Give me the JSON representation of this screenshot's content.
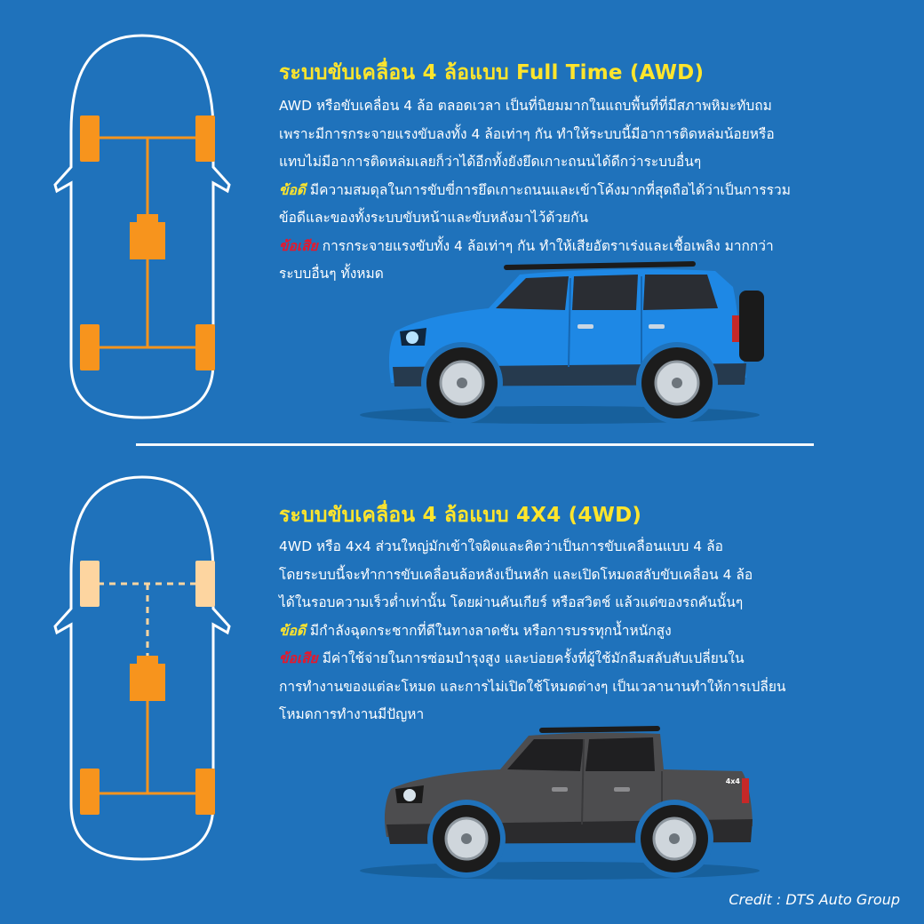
{
  "awd": {
    "title": "ระบบขับเคลื่อน 4 ล้อแบบ Full Time (AWD)",
    "lines": [
      "AWD หรือขับเคลื่อน 4 ล้อ ตลอดเวลา เป็นที่นิยมมากในแถบพื้นที่ที่มีสภาพหิมะทับถม",
      "เพราะมีการกระจายแรงขับลงทั้ง 4 ล้อเท่าๆ กัน ทำให้ระบบนี้มีอาการติดหล่มน้อยหรือ",
      "แทบไม่มีอาการติดหล่มเลยก็ว่าได้อีกทั้งยังยึดเกาะถนนได้ดีกว่าระบบอื่นๆ"
    ],
    "pro_label": "ข้อดี",
    "pro_lines": [
      "มีความสมดุลในการขับขี่การยึดเกาะถนนและเข้าโค้งมากที่สุดถือได้ว่าเป็นการรวม",
      "ข้อดีและของทั้งระบบขับหน้าและขับหลังมาไว้ด้วยกัน"
    ],
    "con_label": "ข้อเสีย",
    "con_lines": [
      "การกระจายแรงขับทั้ง 4 ล้อเท่าๆ กัน ทำให้เสียอัตราเร่งและเชื้อเพลิง มากกว่า",
      "ระบบอื่นๆ ทั้งหมด"
    ]
  },
  "fwd": {
    "title": "ระบบขับเคลื่อน 4 ล้อแบบ 4X4 (4WD)",
    "lines": [
      "4WD หรือ 4x4 ส่วนใหญ่มักเข้าใจผิดและคิดว่าเป็นการขับเคลื่อนแบบ 4 ล้อ",
      "โดยระบบนี้จะทำการขับเคลื่อนล้อหลังเป็นหลัก และเปิดโหมดสลับขับเคลื่อน 4 ล้อ",
      "ได้ในรอบความเร็วต่ำเท่านั้น โดยผ่านคันเกียร์ หรือสวิตช์ แล้วแต่ของรถคันนั้นๆ"
    ],
    "pro_label": "ข้อดี",
    "pro_lines": [
      "มีกำลังฉุดกระชากที่ดีในทางลาดชัน หรือการบรรทุกน้ำหนักสูง"
    ],
    "con_label": "ข้อเสีย",
    "con_lines": [
      "มีค่าใช้จ่ายในการซ่อมบำรุงสูง และบ่อยครั้งที่ผู้ใช้มักลืมสลับสับเปลี่ยนใน",
      "การทำงานของแต่ละโหมด และการไม่เปิดใช้โหมดต่างๆ เป็นเวลานานทำให้การเปลี่ยน",
      "โหมดการทำงานมีปัญหา"
    ]
  },
  "pickup_badge": "4x4",
  "credit": "Credit : DTS Auto Group",
  "colors": {
    "background": "#1f72bb",
    "title": "#ffe52c",
    "pro": "#ffe52c",
    "con": "#e8172a",
    "drive_active": "#f7941d",
    "drive_inactive": "#fdd5a0",
    "suv_body": "#1e88e5",
    "pickup_body": "#4d4d4f"
  }
}
